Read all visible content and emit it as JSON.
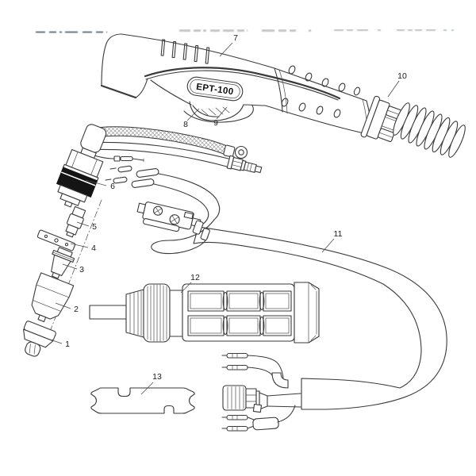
{
  "diagram": {
    "badge_label": "EPT-100",
    "callouts": [
      {
        "label": "1"
      },
      {
        "label": "2"
      },
      {
        "label": "3"
      },
      {
        "label": "4"
      },
      {
        "label": "5"
      },
      {
        "label": "6"
      },
      {
        "label": "7"
      },
      {
        "label": "8"
      },
      {
        "label": "9"
      },
      {
        "label": "10"
      },
      {
        "label": "11"
      },
      {
        "label": "12"
      },
      {
        "label": "13"
      }
    ],
    "colors": {
      "line": "#3a3a3a",
      "background": "#ffffff",
      "head_band": "#141414",
      "watermark": "#b6bcc3",
      "watermark_dark": "#5d6d79"
    }
  }
}
